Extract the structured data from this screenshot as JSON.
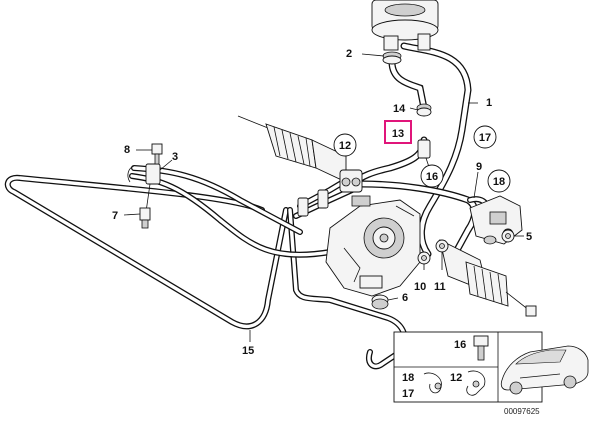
{
  "callouts": {
    "c1": "1",
    "c2": "2",
    "c3": "3",
    "c5": "5",
    "c6": "6",
    "c7": "7",
    "c8": "8",
    "c9": "9",
    "c10": "10",
    "c11": "11",
    "c12": "12",
    "c13": "13",
    "c14": "14",
    "c15": "15",
    "c16": "16",
    "c17": "17",
    "c18": "18"
  },
  "inset": {
    "c16": "16",
    "c12": "12",
    "c18": "18",
    "c17": "17"
  },
  "highlight_color": "#e0157a",
  "diagram_code": "00097625"
}
